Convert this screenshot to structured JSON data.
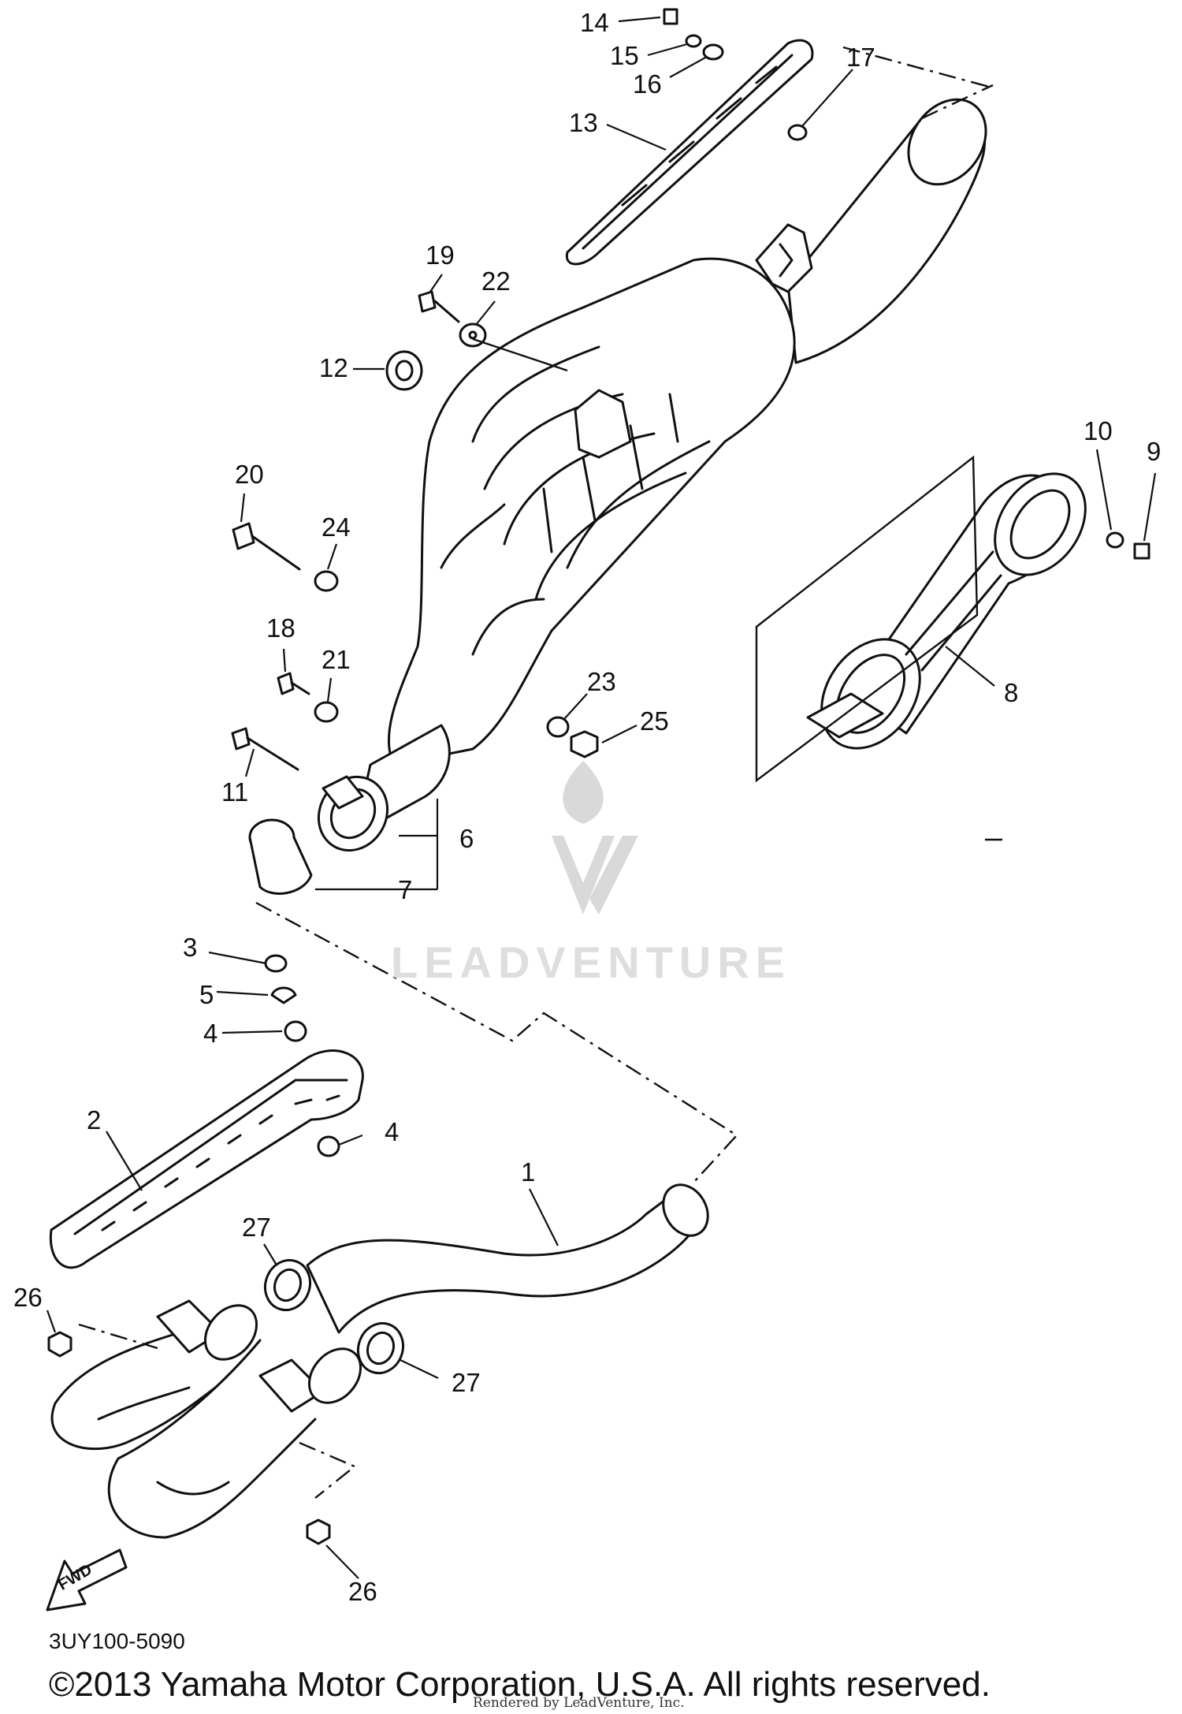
{
  "diagram": {
    "code": "3UY100-5090",
    "copyright": "©2013 Yamaha Motor Corporation, U.S.A. All rights reserved.",
    "render_note": "Rendered by LeadVenture, Inc.",
    "watermark": "LEADVENTURE",
    "fwd_label": "FWD",
    "callouts": {
      "p1": "1",
      "p2": "2",
      "p3": "3",
      "p4a": "4",
      "p4b": "4",
      "p5": "5",
      "p6": "6",
      "p7": "7",
      "p8": "8",
      "p9": "9",
      "p10": "10",
      "p11": "11",
      "p12": "12",
      "p13": "13",
      "p14": "14",
      "p15": "15",
      "p16": "16",
      "p17": "17",
      "p18": "18",
      "p19": "19",
      "p20": "20",
      "p21": "21",
      "p22": "22",
      "p23": "23",
      "p24": "24",
      "p25": "25",
      "p26a": "26",
      "p26b": "26",
      "p27a": "27",
      "p27b": "27"
    }
  }
}
